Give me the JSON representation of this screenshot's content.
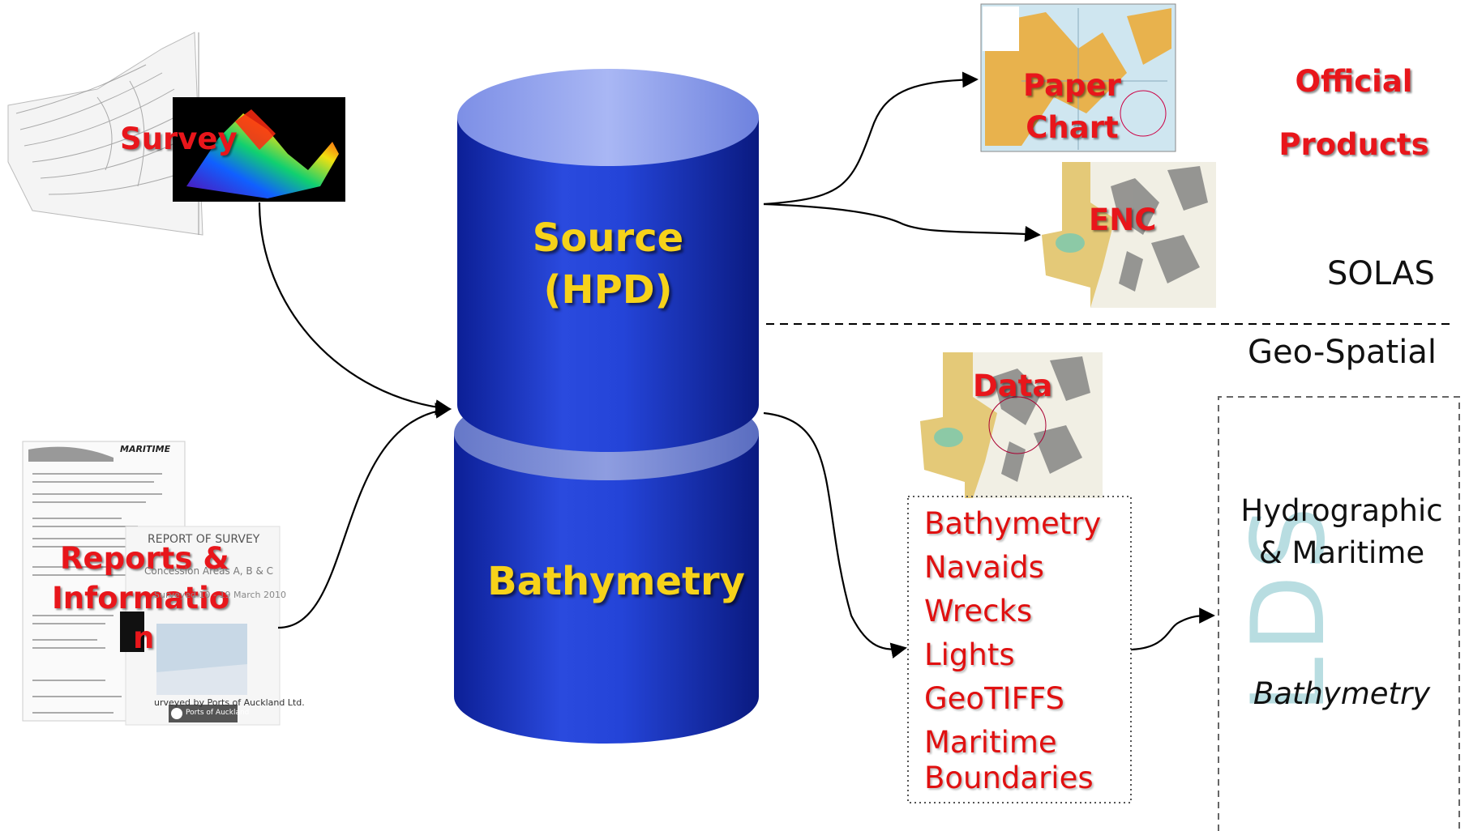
{
  "diagram": {
    "inputs": {
      "survey": "Survey",
      "reports": [
        "Reports &",
        "Informatio",
        "n"
      ]
    },
    "database": {
      "top_label": [
        "Source",
        "(HPD)"
      ],
      "bottom_label": "Bathymetry"
    },
    "official_products": {
      "heading": [
        "Official",
        "Products"
      ],
      "paper_chart": [
        "Paper",
        "Chart"
      ],
      "enc": "ENC",
      "category": "SOLAS"
    },
    "geospatial": {
      "category": "Geo-Spatial",
      "data_label": "Data",
      "data_items": [
        "Bathymetry",
        "Navaids",
        "Wrecks",
        "Lights",
        "GeoTIFFS",
        "Maritime",
        "Boundaries"
      ]
    },
    "lds": {
      "watermark": "LDS",
      "title": [
        "Hydrographic",
        "& Maritime"
      ],
      "subtitle": "Bathymetry"
    },
    "thumbnails": {
      "maritime_logo": "MARITIME",
      "report_heading": "REPORT OF SURVEY",
      "report_line1": "Concession Areas A, B & C",
      "report_line2": "Surveyed 10 - 19 March 2010",
      "report_line3": "urveyed by Ports of Auckland Ltd.",
      "ports_logo": "Ports of Auckland"
    }
  },
  "colors": {
    "cylinder_main": "#1b35c8",
    "cylinder_dark": "#0d1d8a",
    "label_red": "#e8161b",
    "label_yellow": "#f6d21a",
    "watermark": "#b8dde1"
  }
}
